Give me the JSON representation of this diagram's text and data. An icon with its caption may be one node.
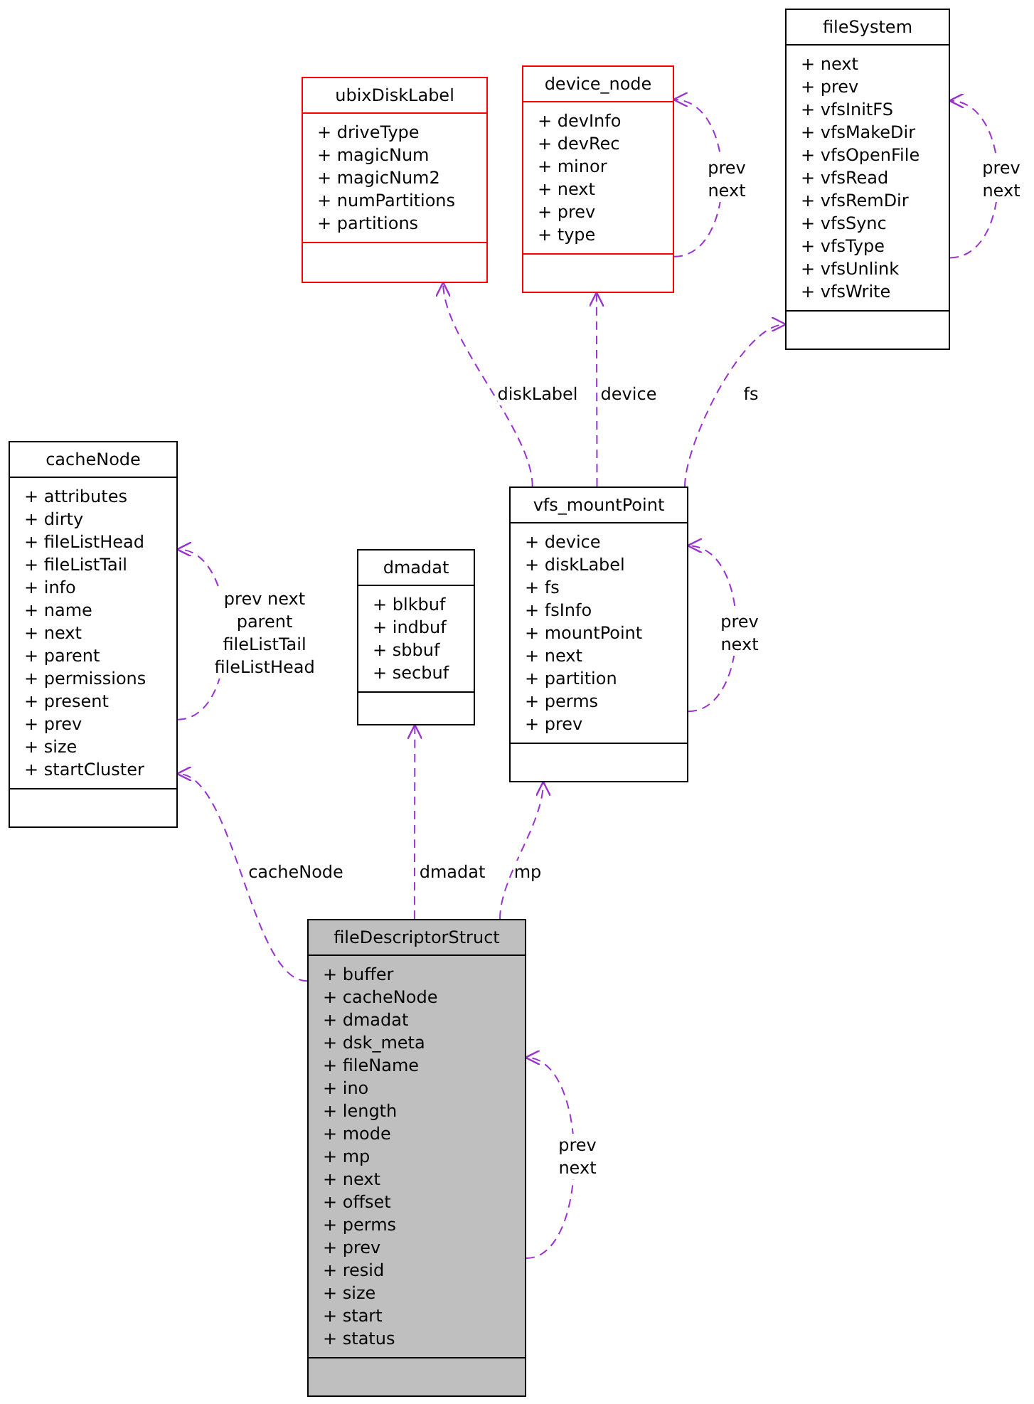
{
  "diagram": {
    "nodes": [
      {
        "text": [
          "ubixDiskLabel",
          "+ driveType",
          "+ magicNum",
          "+ magicNum2",
          "+ numPartitions",
          "+ partitions"
        ]
      },
      {
        "text": [
          "device_node",
          "+ devInfo",
          "+ devRec",
          "+ minor",
          "+ next",
          "+ prev",
          "+ type"
        ]
      },
      {
        "text": [
          "fileSystem",
          "+ next",
          "+ prev",
          "+ vfsInitFS",
          "+ vfsMakeDir",
          "+ vfsOpenFile",
          "+ vfsRead",
          "+ vfsRemDir",
          "+ vfsSync",
          "+ vfsType",
          "+ vfsUnlink",
          "+ vfsWrite"
        ]
      },
      {
        "text": [
          "cacheNode",
          "+ attributes",
          "+ dirty",
          "+ fileListHead",
          "+ fileListTail",
          "+ info",
          "+ name",
          "+ next",
          "+ parent",
          "+ permissions",
          "+ present",
          "+ prev",
          "+ size",
          "+ startCluster"
        ]
      },
      {
        "text": [
          "dmadat",
          "+ blkbuf",
          "+ indbuf",
          "+ sbbuf",
          "+ secbuf"
        ]
      },
      {
        "text": [
          "vfs_mountPoint",
          "+ device",
          "+ diskLabel",
          "+ fs",
          "+ fsInfo",
          "+ mountPoint",
          "+ next",
          "+ partition",
          "+ perms",
          "+ prev"
        ]
      },
      {
        "text": [
          "fileDescriptorStruct",
          "+ buffer",
          "+ cacheNode",
          "+ dmadat",
          "+ dsk_meta",
          "+ fileName",
          "+ ino",
          "+ length",
          "+ mode",
          "+ mp",
          "+ next",
          "+ offset",
          "+ perms",
          "+ prev",
          "+ resid",
          "+ size",
          "+ start",
          "+ status"
        ]
      }
    ],
    "edges": [
      {
        "from": 5,
        "to": 0,
        "arrow": "to",
        "label": "diskLabel",
        "style": "dashed"
      },
      {
        "from": 5,
        "to": 1,
        "arrow": "to",
        "label": "device",
        "style": "dashed"
      },
      {
        "from": 5,
        "to": 2,
        "arrow": "to",
        "label": "fs",
        "style": "dashed"
      },
      {
        "from": 1,
        "to": 1,
        "arrow": "to",
        "label": "prev next",
        "style": "dashed"
      },
      {
        "from": 2,
        "to": 2,
        "arrow": "to",
        "label": "prev next",
        "style": "dashed"
      },
      {
        "from": 3,
        "to": 3,
        "arrow": "to",
        "label": "prev next parent fileListTail fileListHead",
        "style": "dashed"
      },
      {
        "from": 5,
        "to": 5,
        "arrow": "to",
        "label": "prev next",
        "style": "dashed"
      },
      {
        "from": 6,
        "to": 3,
        "arrow": "to",
        "label": "cacheNode",
        "style": "dashed"
      },
      {
        "from": 6,
        "to": 4,
        "arrow": "to",
        "label": "dmadat",
        "style": "dashed"
      },
      {
        "from": 6,
        "to": 5,
        "arrow": "to",
        "label": "mp",
        "style": "dashed"
      },
      {
        "from": 6,
        "to": 6,
        "arrow": "to",
        "label": "prev next",
        "style": "dashed"
      }
    ]
  }
}
